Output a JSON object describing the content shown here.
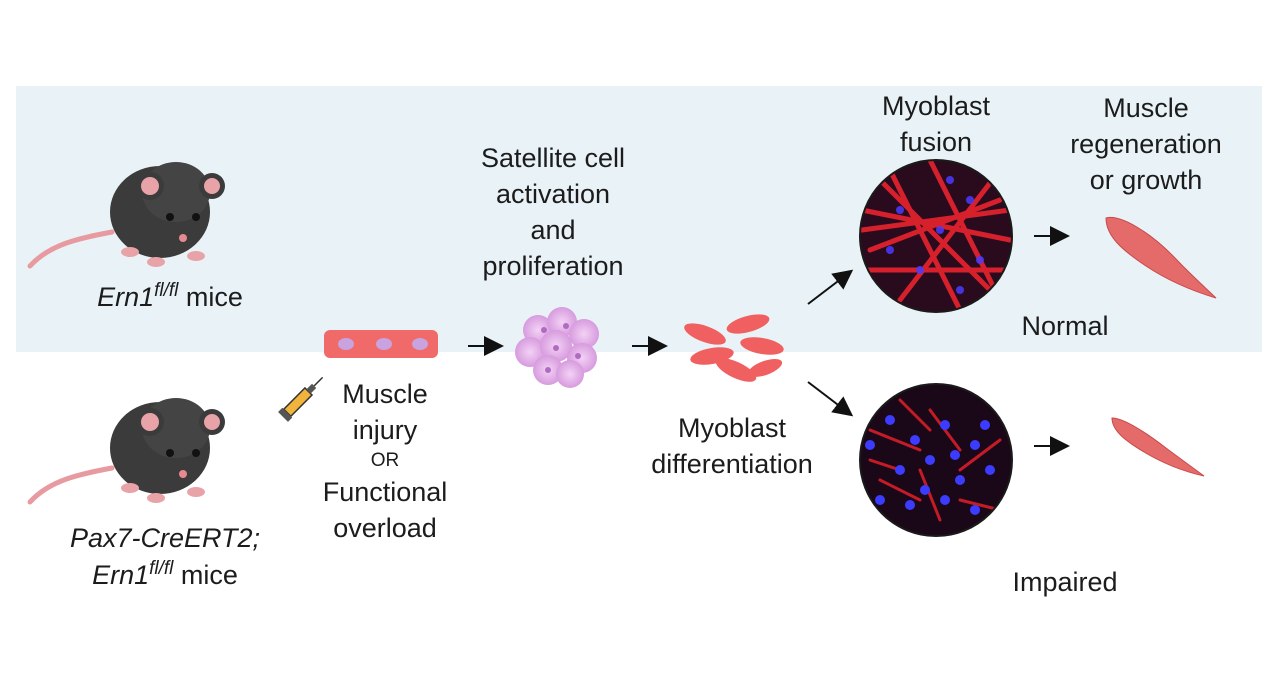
{
  "mice": {
    "control": {
      "gene": "Ern1",
      "sup": "fl/fl",
      "suffix": "mice"
    },
    "knockout": {
      "line1": "Pax7-CreERT2;",
      "gene": "Ern1",
      "sup": "fl/fl",
      "suffix": "mice"
    }
  },
  "injury": {
    "line1": "Muscle",
    "line2": "injury",
    "or": "OR",
    "line3": "Functional",
    "line4": "overload"
  },
  "satellite": {
    "line1": "Satellite cell",
    "line2": "activation",
    "line3": "and",
    "line4": "proliferation"
  },
  "differentiation": {
    "line1": "Myoblast",
    "line2": "differentiation"
  },
  "fusion": {
    "line1": "Myoblast",
    "line2": "fusion"
  },
  "regeneration": {
    "line1": "Muscle",
    "line2": "regeneration",
    "line3": "or growth"
  },
  "outcomes": {
    "normal": "Normal",
    "impaired": "Impaired"
  },
  "colors": {
    "band": "#e9f3f7",
    "mouse_body": "#3b3b3b",
    "mouse_ear": "#e8a3a8",
    "mouse_tail": "#e79aa0",
    "muscle_fiber": "#f06a6a",
    "satellite_cell": "#dba5e2",
    "myoblast": "#f06060",
    "fusion_red": "#d81f2a",
    "fusion_blue": "#3c3cff",
    "arrow": "#111111"
  }
}
